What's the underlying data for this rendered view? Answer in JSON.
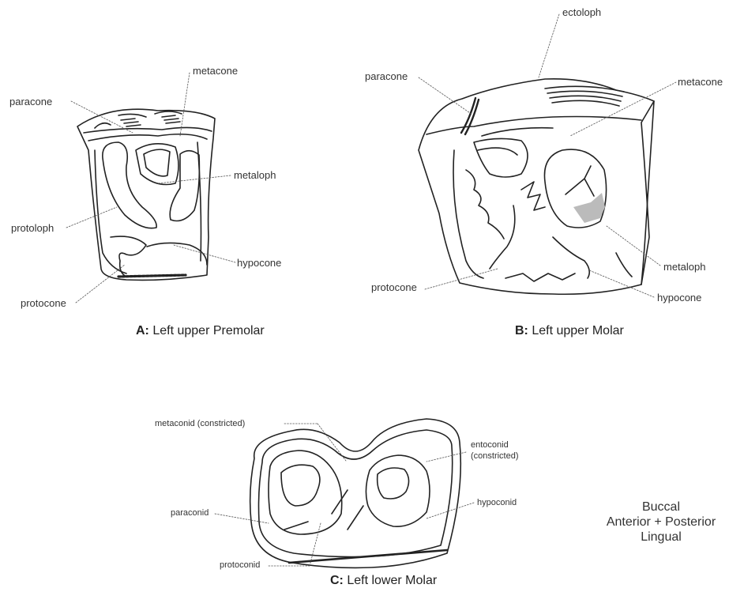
{
  "figure_a": {
    "caption_letter": "A:",
    "caption_text": "Left upper Premolar",
    "labels": {
      "paracone": "paracone",
      "metacone": "metacone",
      "metaloph": "metaloph",
      "protoloph": "protoloph",
      "hypocone": "hypocone",
      "protocone": "protocone"
    }
  },
  "figure_b": {
    "caption_letter": "B:",
    "caption_text": "Left upper Molar",
    "labels": {
      "ectoloph": "ectoloph",
      "paracone": "paracone",
      "metacone": "metacone",
      "metaloph": "metaloph",
      "protocone": "protocone",
      "hypocone": "hypocone"
    }
  },
  "figure_c": {
    "caption_letter": "C:",
    "caption_text": "Left lower Molar",
    "labels": {
      "metaconid": "metaconid (constricted)",
      "entoconid_1": "entoconid",
      "entoconid_2": "(constricted)",
      "hypoconid": "hypoconid",
      "paraconid": "paraconid",
      "protoconid": "protoconid"
    }
  },
  "orientation": {
    "top": "Buccal",
    "middle": "Anterior + Posterior",
    "bottom": "Lingual"
  }
}
